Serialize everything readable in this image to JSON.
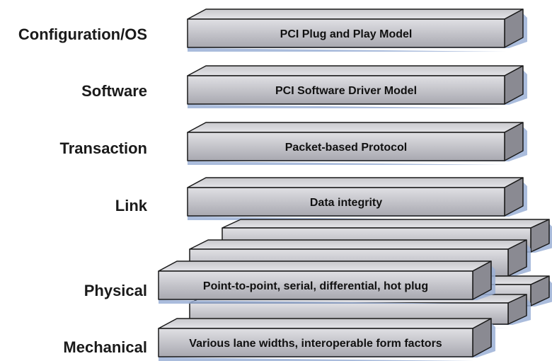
{
  "layers": [
    {
      "name": "Configuration/OS",
      "description": "PCI Plug and Play Model"
    },
    {
      "name": "Software",
      "description": "PCI Software Driver Model"
    },
    {
      "name": "Transaction",
      "description": "Packet-based Protocol"
    },
    {
      "name": "Link",
      "description": "Data integrity"
    },
    {
      "name": "Physical",
      "description": "Point-to-point, serial, differential, hot plug"
    },
    {
      "name": "Mechanical",
      "description": "Various lane widths, interoperable form factors"
    }
  ],
  "colors": {
    "slab_front_top": "#e0e0e4",
    "slab_front_bottom": "#a8a8b0",
    "slab_top": "#d4d4d8",
    "slab_side": "#8a8a92",
    "slab_edge": "#1a1a1a",
    "shadow": "#9bb0d6",
    "label_text": "#1a1a1a"
  }
}
